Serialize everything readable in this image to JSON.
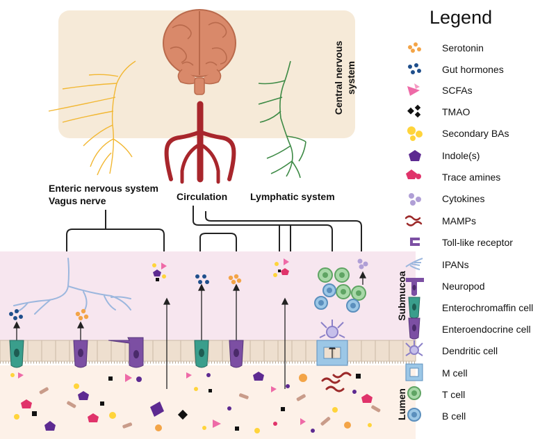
{
  "diagram": {
    "top": {
      "cns_label": "Central nervous\nsystem",
      "enteric_label_line1": "Enteric nervous system",
      "enteric_label_line2": "Vagus nerve",
      "circulation_label": "Circulation",
      "lymphatic_label": "Lymphatic system"
    },
    "layers": {
      "submucosa_label": "Submucoa",
      "lumen_label": "Lumen"
    },
    "colors": {
      "cns_panel": "#f6ead8",
      "submucosa_bg": "#f7e6ef",
      "lumen_bg": "#fdf1e8",
      "nerve_yellow": "#f2b732",
      "artery_red": "#a8262c",
      "lymph_green": "#3d8a45",
      "brain": "#d9896a"
    }
  },
  "legend": {
    "title": "Legend",
    "items": [
      {
        "label": "Serotonin",
        "icon": "serotonin-icon"
      },
      {
        "label": "Gut hormones",
        "icon": "gut-hormones-icon"
      },
      {
        "label": "SCFAs",
        "icon": "scfas-icon"
      },
      {
        "label": "TMAO",
        "icon": "tmao-icon"
      },
      {
        "label": "Secondary BAs",
        "icon": "secondary-bas-icon"
      },
      {
        "label": "Indole(s)",
        "icon": "indole-icon"
      },
      {
        "label": "Trace amines",
        "icon": "trace-amines-icon"
      },
      {
        "label": "Cytokines",
        "icon": "cytokines-icon"
      },
      {
        "label": "MAMPs",
        "icon": "mamps-icon"
      },
      {
        "label": "Toll-like receptor",
        "icon": "toll-like-receptor-icon"
      },
      {
        "label": "IPANs",
        "icon": "ipans-icon"
      },
      {
        "label": "Neuropod",
        "icon": "neuropod-icon"
      },
      {
        "label": "Enterochromaffin cell",
        "icon": "enterochromaffin-cell-icon"
      },
      {
        "label": "Enteroendocrine cell",
        "icon": "enteroendocrine-cell-icon"
      },
      {
        "label": "Dendritic cell",
        "icon": "dendritic-cell-icon"
      },
      {
        "label": "M cell",
        "icon": "m-cell-icon"
      },
      {
        "label": "T cell",
        "icon": "t-cell-icon"
      },
      {
        "label": "B cell",
        "icon": "b-cell-icon"
      }
    ]
  }
}
